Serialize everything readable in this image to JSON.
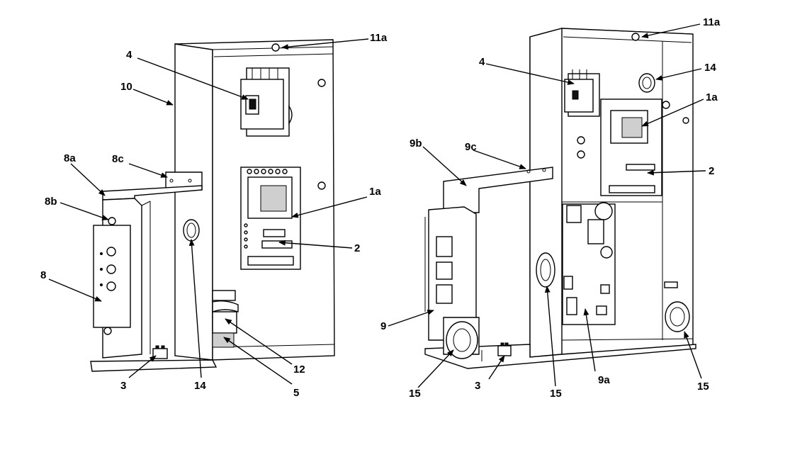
{
  "figure": {
    "left_view": {
      "callouts": [
        "11a",
        "4",
        "10",
        "8a",
        "8c",
        "8b",
        "1a",
        "2",
        "8",
        "14",
        "12",
        "3",
        "5"
      ]
    },
    "right_view": {
      "callouts": [
        "11a",
        "4",
        "14",
        "1a",
        "9b",
        "9c",
        "2",
        "9",
        "15",
        "3",
        "15",
        "9a",
        "15"
      ]
    }
  }
}
